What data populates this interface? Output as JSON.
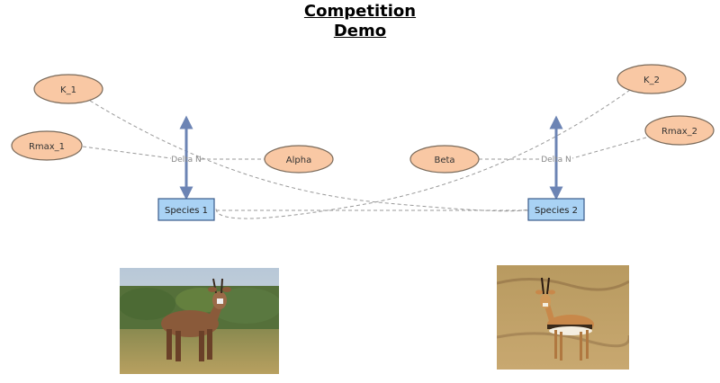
{
  "title": {
    "line1": "Competition",
    "line2": "Demo"
  },
  "nodes": {
    "k1": "K_1",
    "rmax1": "Rmax_1",
    "alpha": "Alpha",
    "beta": "Beta",
    "k2": "K_2",
    "rmax2": "Rmax_2"
  },
  "flows": {
    "flow1": "Delta N",
    "flow2": "Delta N"
  },
  "stocks": {
    "species1": "Species 1",
    "species2": "Species 2"
  },
  "colors": {
    "ellipse_fill": "#f9c8a4",
    "ellipse_stroke": "#7a6a5a",
    "stock_fill": "#a9d2f4",
    "stock_stroke": "#3a5a8a",
    "arrow": "#6c84b4",
    "link": "#999999"
  },
  "photos": {
    "left": "roan-antelope-photo",
    "right": "thomsons-gazelle-photo"
  }
}
